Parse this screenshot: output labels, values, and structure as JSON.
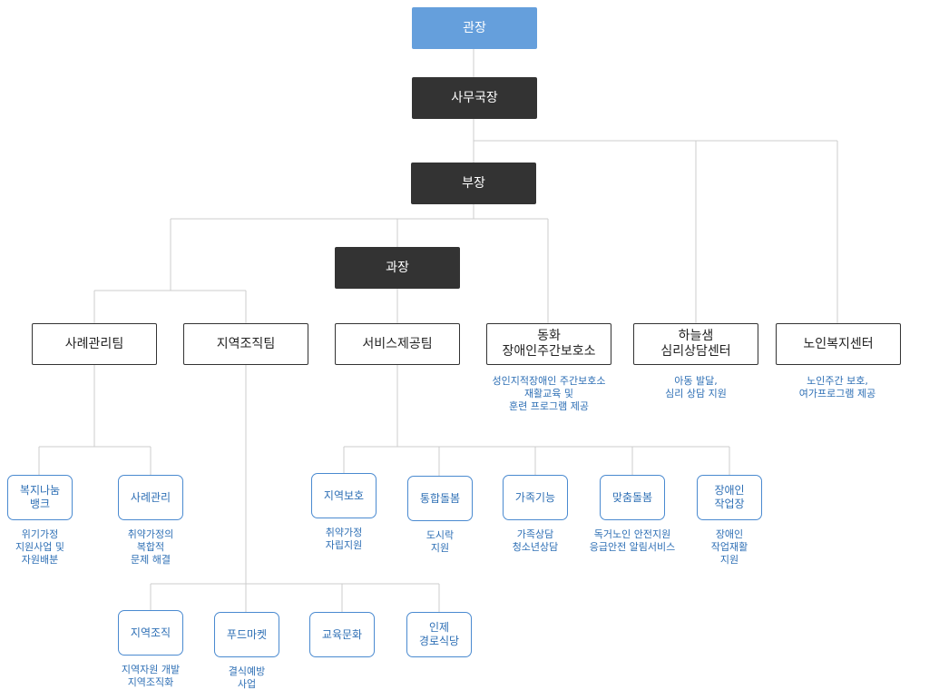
{
  "director": "관장",
  "secretary_general": "사무국장",
  "manager": "부장",
  "section_chief": "과장",
  "teams": {
    "case_management": "사례관리팀",
    "community_org": "지역조직팀",
    "service_provision": "서비스제공팀",
    "donghwa_center": "동화\n장애인주간보호소",
    "haneulsaem_center": "하늘샘\n심리상담센터",
    "senior_center": "노인복지센터"
  },
  "team_notes": {
    "donghwa_center": "성인지적장애인 주간보호소\n재활교육 및\n훈련 프로그램 제공",
    "haneulsaem_center": "아동 발달,\n심리 상담 지원",
    "senior_center": "노인주간 보호,\n여가프로그램 제공"
  },
  "case_services": [
    {
      "label": "복지나눔\n뱅크",
      "note": "위기가정\n지원사업 및\n자원배분"
    },
    {
      "label": "사례관리",
      "note": "취약가정의\n복합적\n문제 해결"
    }
  ],
  "community_services": [
    {
      "label": "지역조직",
      "note": "지역자원 개발\n지역조직화"
    },
    {
      "label": "푸드마켓",
      "note": "결식예방\n사업"
    },
    {
      "label": "교육문화",
      "note": ""
    },
    {
      "label": "인제\n경로식당",
      "note": ""
    }
  ],
  "provision_services": [
    {
      "label": "지역보호",
      "note": "취약가정\n자립지원"
    },
    {
      "label": "통합돌봄",
      "note": "도시락\n지원"
    },
    {
      "label": "가족기능",
      "note": "가족상담\n청소년상담"
    },
    {
      "label": "맞춤돌봄",
      "note": "독거노인 안전지원\n응급안전 알림서비스"
    },
    {
      "label": "장애인\n작업장",
      "note": "장애인\n작업재활\n지원"
    }
  ],
  "colors": {
    "dark_box": "#333333",
    "top_box": "#659fdc",
    "line": "#cccccc",
    "service_text": "#2e6fb5"
  }
}
